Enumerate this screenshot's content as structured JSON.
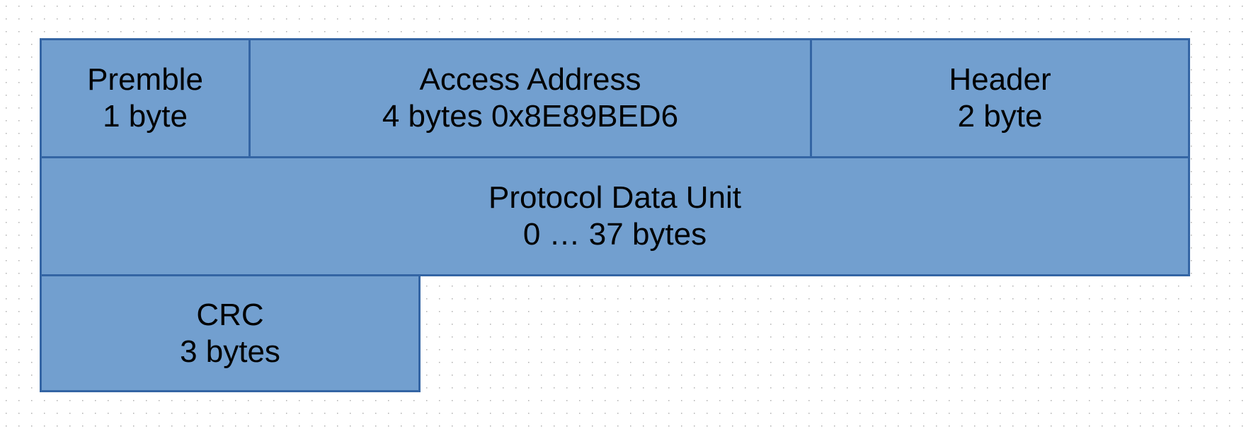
{
  "diagram": {
    "fields": {
      "premble": {
        "name": "Premble",
        "size": "1 byte"
      },
      "access_address": {
        "name": "Access Address",
        "size": "4 bytes 0x8E89BED6"
      },
      "header": {
        "name": "Header",
        "size": "2 byte"
      },
      "pdu": {
        "name": "Protocol Data Unit",
        "size": "0 … 37 bytes"
      },
      "crc": {
        "name": "CRC",
        "size": "3 bytes"
      }
    },
    "colors": {
      "fill": "#729fcf",
      "border": "#3465a4",
      "grid_dot": "#b0b0b0"
    }
  }
}
